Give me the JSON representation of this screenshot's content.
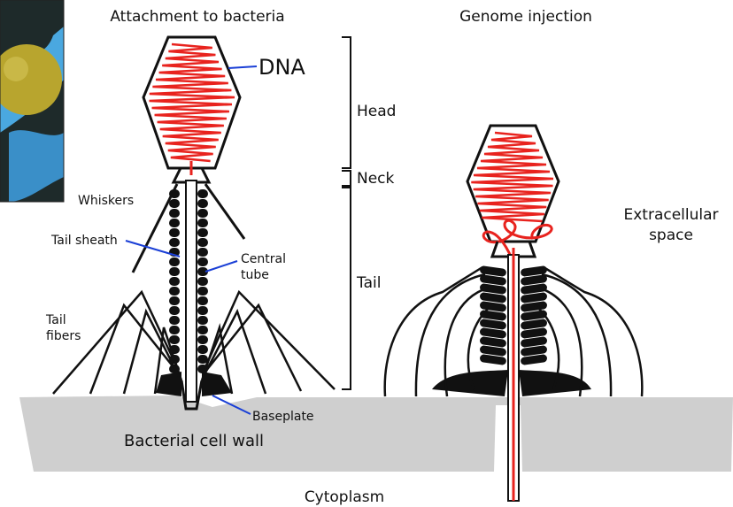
{
  "titles": {
    "left": "Attachment to bacteria",
    "right": "Genome injection"
  },
  "labels": {
    "dna": "DNA",
    "head": "Head",
    "neck": "Neck",
    "tail": "Tail",
    "whiskers": "Whiskers",
    "tail_sheath": "Tail sheath",
    "central_tube_1": "Central",
    "central_tube_2": "tube",
    "tail_fibers_1": "Tail",
    "tail_fibers_2": "fibers",
    "baseplate": "Baseplate",
    "cell_wall": "Bacterial cell wall",
    "extracellular_1": "Extracellular",
    "extracellular_2": "space",
    "cytoplasm": "Cytoplasm"
  },
  "colors": {
    "dna": "#e8231e",
    "structure": "#111111",
    "wall": "#cfcfcf",
    "pointer": "#1a3fd6",
    "bacteria_yellow": "#b8a52e",
    "bacteria_blue": "#4aa8e0"
  }
}
